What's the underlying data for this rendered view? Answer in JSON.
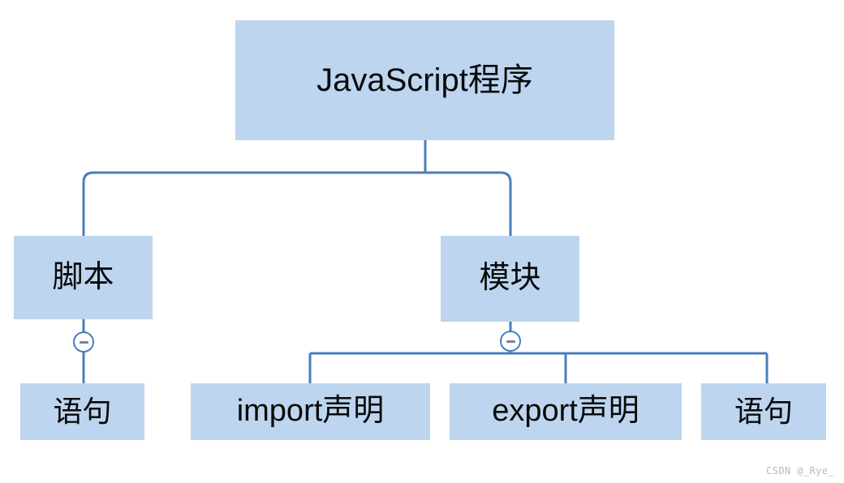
{
  "diagram": {
    "title": "JavaScript程序",
    "type": "tree",
    "colors": {
      "node_fill": "#bdd5ef",
      "connector": "#4a7ebb",
      "text": "#0a0a0a",
      "background": "#ffffff",
      "minus_glyph": "#7b7fa6",
      "watermark": "#b9b9b9"
    },
    "nodes": {
      "root": {
        "label": "JavaScript程序",
        "level": 0
      },
      "script": {
        "label": "脚本",
        "level": 1
      },
      "module": {
        "label": "模块",
        "level": 1
      },
      "script_statement": {
        "label": "语句",
        "level": 2
      },
      "import_declaration": {
        "label": "import声明",
        "level": 2
      },
      "export_declaration": {
        "label": "export声明",
        "level": 2
      },
      "module_statement": {
        "label": "语句",
        "level": 2
      }
    },
    "icons": {
      "collapse_script": "minus-circle-icon",
      "collapse_module": "minus-circle-icon"
    },
    "edges": [
      {
        "from": "root",
        "to": "script"
      },
      {
        "from": "root",
        "to": "module"
      },
      {
        "from": "script",
        "to": "script_statement"
      },
      {
        "from": "module",
        "to": "import_declaration"
      },
      {
        "from": "module",
        "to": "export_declaration"
      },
      {
        "from": "module",
        "to": "module_statement"
      }
    ]
  },
  "watermark": {
    "text": "CSDN @_Rye_"
  }
}
